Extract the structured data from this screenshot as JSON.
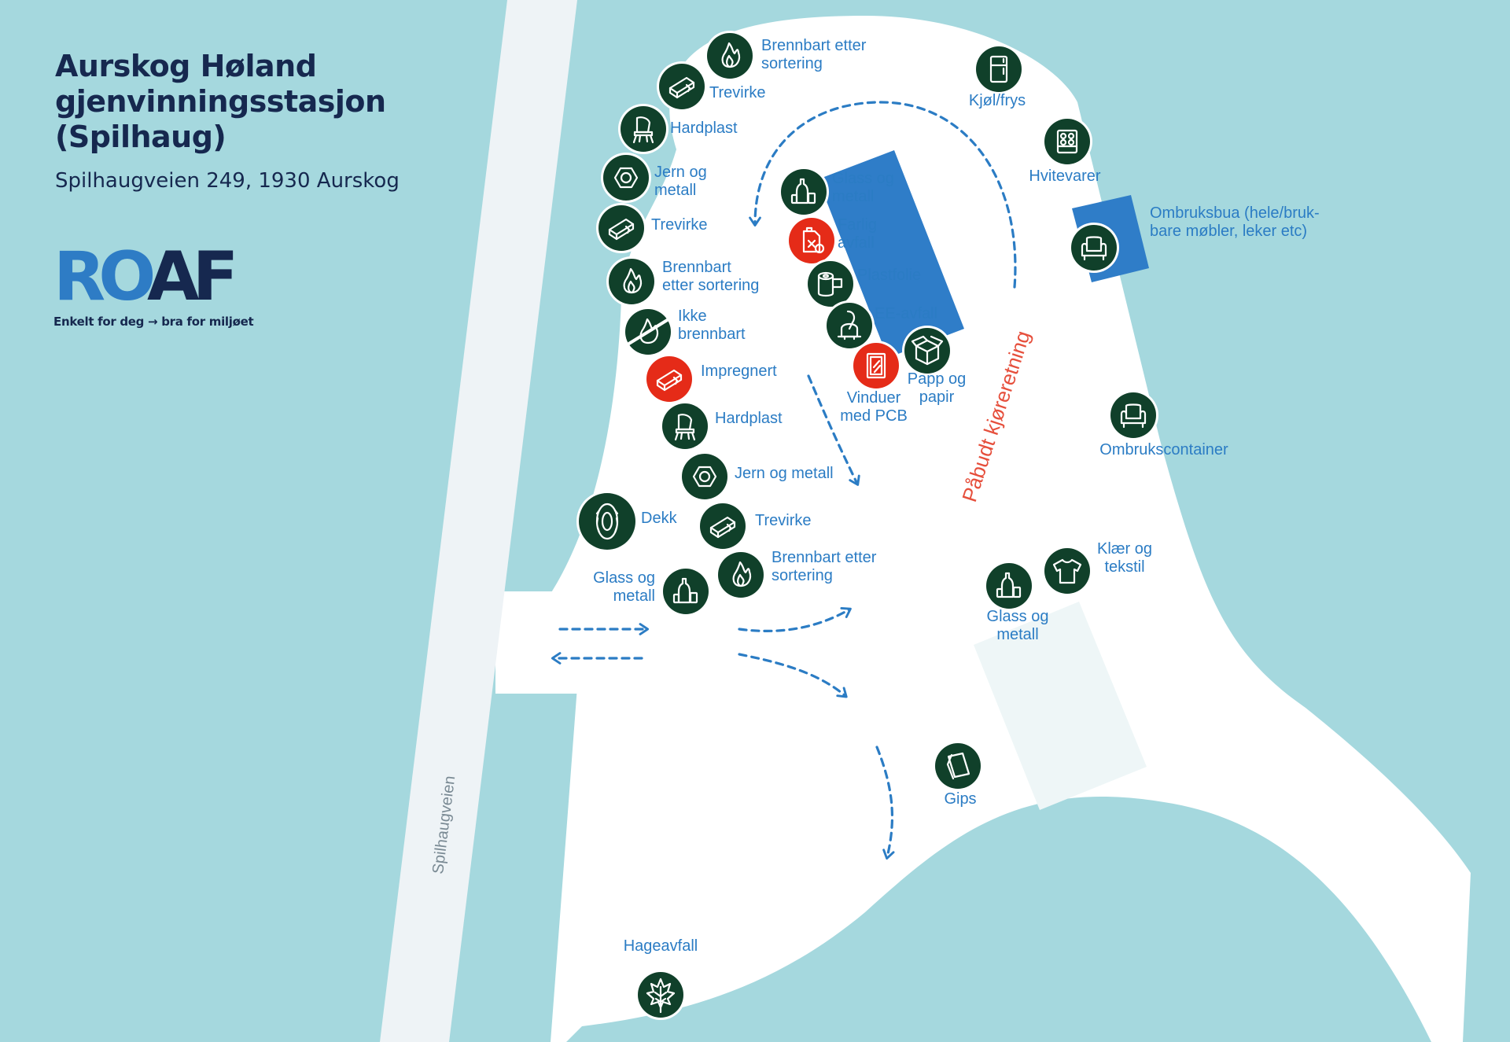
{
  "title": [
    "Aurskog Høland",
    "gjenvinningsstasjon",
    "(Spilhaug)"
  ],
  "address": "Spilhaugveien 249, 1930 Aurskog",
  "logo": {
    "part1": "RO",
    "part2": "AF",
    "tagline": "Enkelt for deg → bra for miljøet"
  },
  "road_name": "Spilhaugveien",
  "direction_label": "Påbudt kjøreretning",
  "colors": {
    "water": "#a5d8de",
    "ground": "#ffffff",
    "road": "#eef3f6",
    "building": "#2f7dc8",
    "station": "#10402a",
    "hazard": "#e52b18",
    "label": "#2b7cc4",
    "direction": "#e64f3c",
    "logo_dark": "#16284f",
    "logo_blue": "#2e7cc5"
  },
  "stations": [
    {
      "icon": "flame-icon",
      "color": "green",
      "label": [
        "Brennbart etter",
        "sortering"
      ]
    },
    {
      "icon": "wood-plank-icon",
      "color": "green",
      "label": [
        "Trevirke"
      ]
    },
    {
      "icon": "plastic-chair-icon",
      "color": "green",
      "label": [
        "Hardplast"
      ]
    },
    {
      "icon": "hex-nut-icon",
      "color": "green",
      "label": [
        "Jern og",
        "metall"
      ]
    },
    {
      "icon": "wood-plank-icon",
      "color": "green",
      "label": [
        "Trevirke"
      ]
    },
    {
      "icon": "flame-icon",
      "color": "green",
      "label": [
        "Brennbart",
        "etter sortering"
      ]
    },
    {
      "icon": "no-flame-icon",
      "color": "green",
      "label": [
        "Ikke",
        "brennbart"
      ]
    },
    {
      "icon": "wood-plank-icon",
      "color": "red",
      "label": [
        "Impregnert"
      ]
    },
    {
      "icon": "plastic-chair-icon",
      "color": "green",
      "label": [
        "Hardplast"
      ]
    },
    {
      "icon": "hex-nut-icon",
      "color": "green",
      "label": [
        "Jern og metall"
      ]
    },
    {
      "icon": "tire-icon",
      "color": "green",
      "label": [
        "Dekk"
      ]
    },
    {
      "icon": "wood-plank-icon",
      "color": "green",
      "label": [
        "Trevirke"
      ]
    },
    {
      "icon": "flame-icon",
      "color": "green",
      "label": [
        "Brennbart etter",
        "sortering"
      ]
    },
    {
      "icon": "bottle-can-icon",
      "color": "green",
      "label": [
        "Glass og",
        "metall"
      ]
    },
    {
      "icon": "bottle-can-icon",
      "color": "green",
      "label": [
        "Glass og",
        "metall"
      ]
    },
    {
      "icon": "hazard-canister-icon",
      "color": "red",
      "label": [
        "Farlig",
        "avfall"
      ]
    },
    {
      "icon": "film-roll-icon",
      "color": "green",
      "label": [
        "Plastfolie"
      ]
    },
    {
      "icon": "vacuum-cleaner-icon",
      "color": "green",
      "label": [
        "EE-avfall"
      ]
    },
    {
      "icon": "cardboard-box-icon",
      "color": "green",
      "label": [
        "Papp og",
        "papir"
      ]
    },
    {
      "icon": "window-icon",
      "color": "red",
      "label": [
        "Vinduer",
        "med PCB"
      ]
    },
    {
      "icon": "fridge-icon",
      "color": "green",
      "label": [
        "Kjøl/frys"
      ]
    },
    {
      "icon": "stove-icon",
      "color": "green",
      "label": [
        "Hvitevarer"
      ]
    },
    {
      "icon": "armchair-icon",
      "color": "green",
      "label": [
        "Ombruksbua (hele/bruk-",
        "bare møbler, leker etc)"
      ]
    },
    {
      "icon": "armchair-icon",
      "color": "green",
      "label": [
        "Ombrukscontainer"
      ]
    },
    {
      "icon": "tshirt-icon",
      "color": "green",
      "label": [
        "Klær og",
        "tekstil"
      ]
    },
    {
      "icon": "bottle-can-icon",
      "color": "green",
      "label": [
        "Glass og",
        "metall"
      ]
    },
    {
      "icon": "plasterboard-icon",
      "color": "green",
      "label": [
        "Gips"
      ]
    },
    {
      "icon": "leaf-icon",
      "color": "green",
      "label": [
        "Hageavfall"
      ]
    }
  ]
}
